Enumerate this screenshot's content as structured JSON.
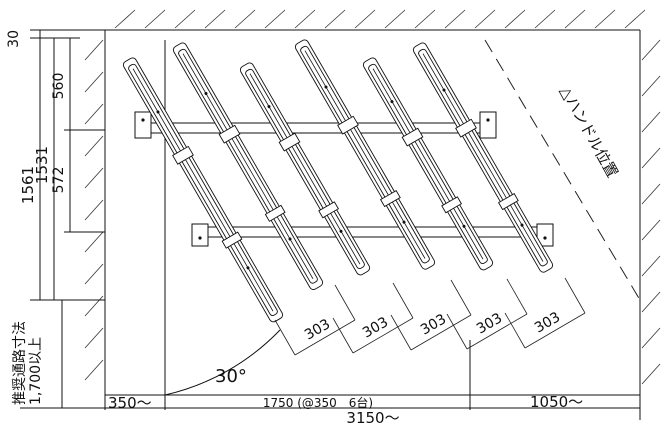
{
  "drawing": {
    "vertical_dims": {
      "top_gap": "30",
      "front_rail": "560",
      "total": "1561",
      "mid": "1531",
      "rear_rail": "572",
      "aisle": "推奨通路寸法\n1,700以上"
    },
    "horizontal_dims": {
      "left_clearance": "350〜",
      "rack_width": "1750 (@350　6台)",
      "right_clearance": "1050〜",
      "total_width": "3150〜"
    },
    "spacing_labels": [
      "303",
      "303",
      "303",
      "303",
      "303"
    ],
    "angle_label": "30°",
    "handle_label": "△ハンドル位置",
    "bike_count": 6,
    "rack_angle_deg": 30
  }
}
